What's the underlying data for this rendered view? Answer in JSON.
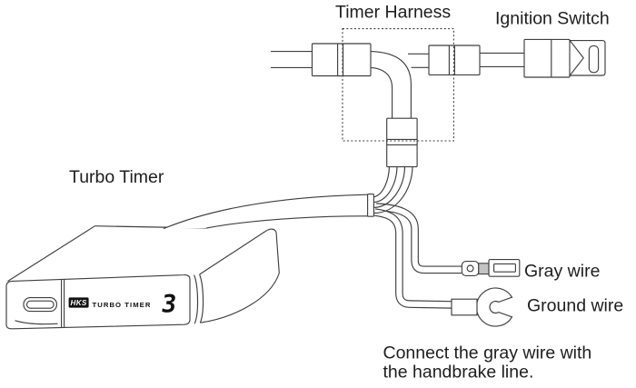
{
  "labels": {
    "timer_harness": "Timer Harness",
    "ignition_switch": "Ignition Switch",
    "turbo_timer": "Turbo Timer",
    "gray_wire": "Gray wire",
    "ground_wire": "Ground wire",
    "note_line1": "Connect the gray wire with",
    "note_line2": "the handbrake line."
  },
  "device": {
    "brand": "HKS",
    "model_label": "TURBO TIMER",
    "display_value": "3"
  },
  "colors": {
    "background": "#ffffff",
    "line": "#3f3f3f",
    "text": "#1e1e1e",
    "logo_bg": "#111111",
    "display_digit": "#111111",
    "terminal_shade": "#c4c4c4"
  }
}
